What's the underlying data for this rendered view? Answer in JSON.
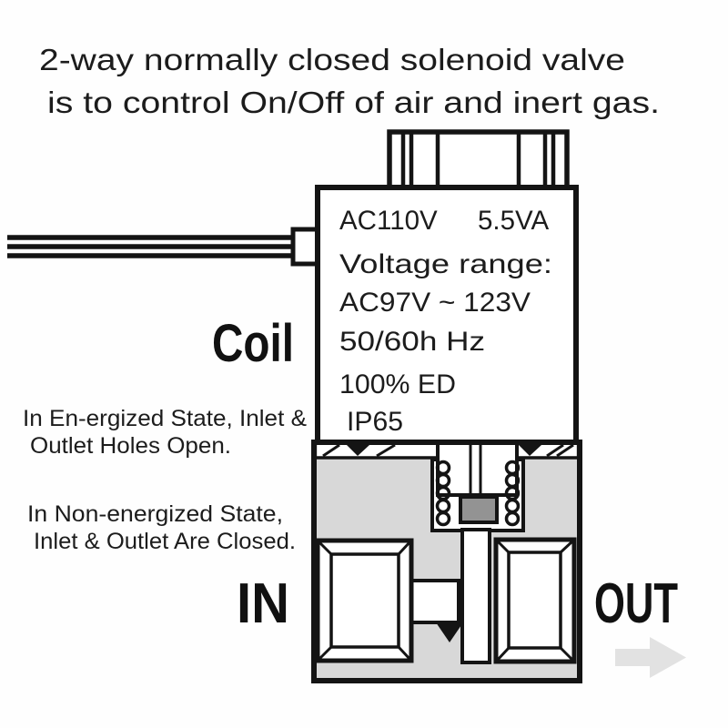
{
  "title": {
    "line1": "2-way normally closed solenoid valve",
    "line2": "is to control On/Off of air and inert gas."
  },
  "coil": {
    "label": "Coil",
    "specs": {
      "voltage": "AC110V",
      "power": "5.5VA",
      "range_label": "Voltage range:",
      "range_value": "AC97V ~ 123V",
      "frequency": "50/60h Hz",
      "duty": "100% ED",
      "protection": "IP65"
    }
  },
  "notes": {
    "energized": {
      "line1": "In En-ergized State, Inlet &",
      "line2": "Outlet Holes Open."
    },
    "non_energized": {
      "line1": "In Non-energized State,",
      "line2": "Inlet & Outlet Are Closed."
    }
  },
  "ports": {
    "inlet": "IN",
    "outlet": "OUT"
  },
  "icons": {
    "flow_arrow": "right-arrow",
    "springs": "coil-spring",
    "wires": "lead-wires"
  },
  "colors": {
    "outline": "#141414",
    "text": "#1c1c1c",
    "body_gray": "#d8d8d8",
    "band_white": "#ffffff",
    "armature_gray": "#939393",
    "arrow_gray": "#e2e2e2"
  }
}
